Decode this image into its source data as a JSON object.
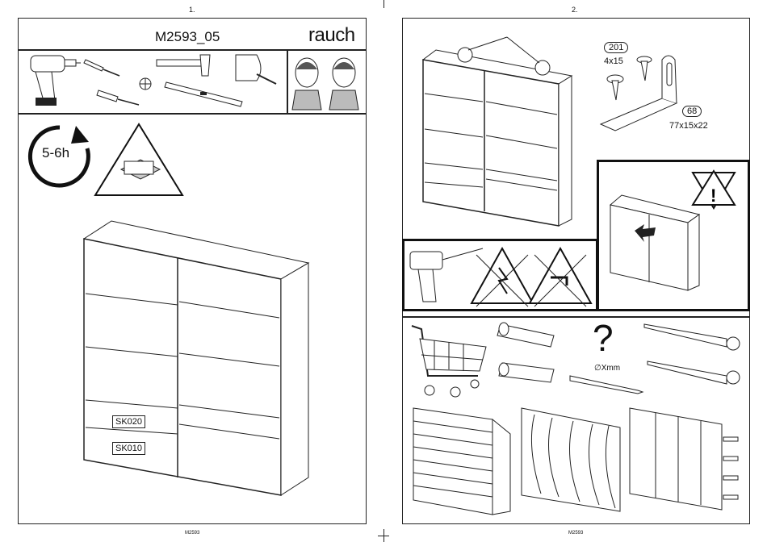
{
  "page1": {
    "number": "1.",
    "title": "M2593_05",
    "brand": "rauch",
    "time": "5-6h",
    "drawer_labels": [
      "SK020",
      "SK010"
    ],
    "footer": "M2593"
  },
  "page2": {
    "number": "2.",
    "parts": [
      {
        "id": "201",
        "size": "4x15"
      },
      {
        "id": "68",
        "size": "77x15x22"
      }
    ],
    "question_mark": "?",
    "drill_label": "∅Xmm",
    "footer": "M2593"
  }
}
